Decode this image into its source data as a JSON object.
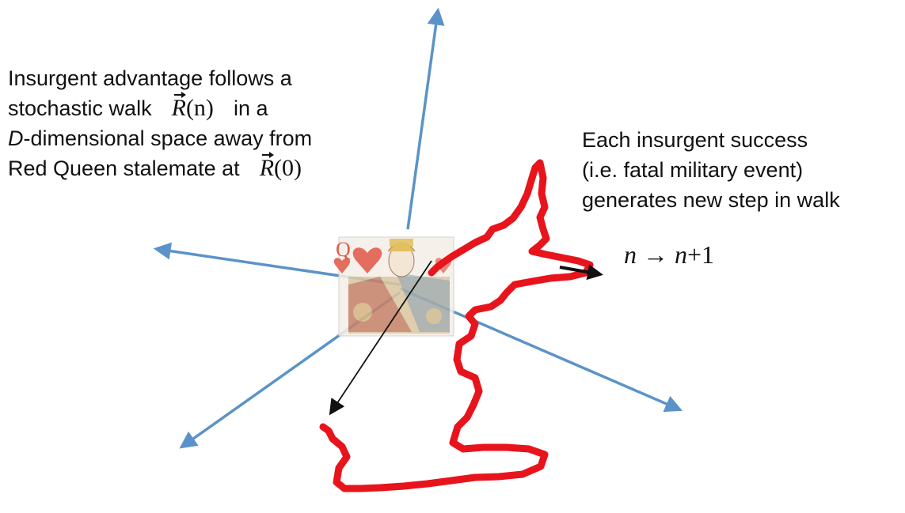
{
  "left_annotation": {
    "line1": "Insurgent advantage follows a",
    "line2_prefix": "stochastic walk",
    "line2_math_var": "R",
    "line2_math_arg": "(n)",
    "line2_suffix": "in a",
    "line3_italic": "D",
    "line3_rest": "-dimensional space away from",
    "line4_prefix": "Red Queen stalemate at",
    "line4_math_var": "R",
    "line4_math_arg": "(0)"
  },
  "right_annotation": {
    "line1": "Each insurgent success",
    "line2": "(i.e. fatal military event)",
    "line3": "generates new step in walk"
  },
  "formula": {
    "lhs": "n",
    "arrow": "→",
    "rhs_var": "n",
    "rhs_rest": "+1"
  },
  "card": {
    "rank": "Q",
    "suit": "♥"
  },
  "colors": {
    "axis_arrow": "#5b93c8",
    "walk": "#e8141c",
    "pointer": "#111111",
    "card_red": "#e05a4a"
  }
}
